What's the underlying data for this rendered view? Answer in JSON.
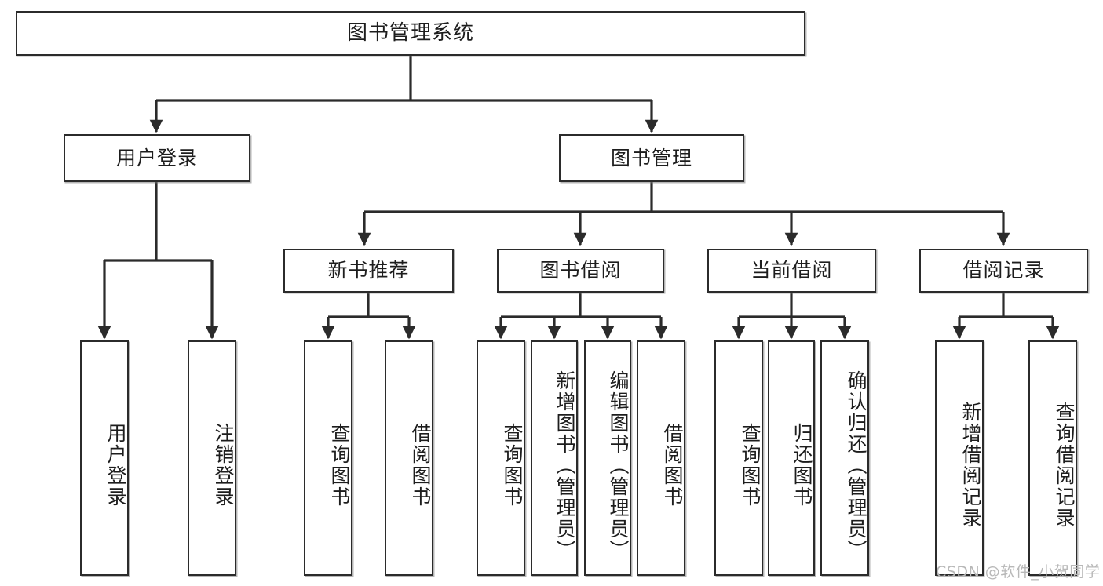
{
  "diagram": {
    "title": "图书管理系统",
    "type": "tree-hierarchy-chart",
    "root": {
      "id": "root",
      "label": "图书管理系统"
    },
    "level2": [
      {
        "id": "user-login",
        "label": "用户登录"
      },
      {
        "id": "book-manage",
        "label": "图书管理"
      }
    ],
    "level3": [
      {
        "id": "new-book-rec",
        "label": "新书推荐",
        "parent": "book-manage"
      },
      {
        "id": "book-borrow",
        "label": "图书借阅",
        "parent": "book-manage"
      },
      {
        "id": "current-borrow",
        "label": "当前借阅",
        "parent": "book-manage"
      },
      {
        "id": "borrow-record",
        "label": "借阅记录",
        "parent": "book-manage"
      }
    ],
    "leaves": {
      "user-login": [
        {
          "id": "leaf-user-login",
          "label": "用户登录"
        },
        {
          "id": "leaf-user-logout",
          "label": "注销登录"
        }
      ],
      "new-book-rec": [
        {
          "id": "leaf-query-book-1",
          "label": "查询图书"
        },
        {
          "id": "leaf-borrow-book-1",
          "label": "借阅图书"
        }
      ],
      "book-borrow": [
        {
          "id": "leaf-query-book-2",
          "label": "查询图书"
        },
        {
          "id": "leaf-add-book",
          "label": "新增图书（管理员）"
        },
        {
          "id": "leaf-edit-book",
          "label": "编辑图书（管理员）"
        },
        {
          "id": "leaf-borrow-book-2",
          "label": "借阅图书"
        }
      ],
      "current-borrow": [
        {
          "id": "leaf-query-book-3",
          "label": "查询图书"
        },
        {
          "id": "leaf-return-book",
          "label": "归还图书"
        },
        {
          "id": "leaf-confirm-return",
          "label": "确认归还（管理员）"
        }
      ],
      "borrow-record": [
        {
          "id": "leaf-add-record",
          "label": "新增借阅记录"
        },
        {
          "id": "leaf-query-record",
          "label": "查询借阅记录"
        }
      ]
    }
  },
  "watermark": {
    "text": "CSDN @软件_小贺同学"
  },
  "colors": {
    "stroke": "#2b2b2b",
    "fill": "#ffffff",
    "text": "#1d1d1d",
    "watermark": "#b8b8b8"
  }
}
